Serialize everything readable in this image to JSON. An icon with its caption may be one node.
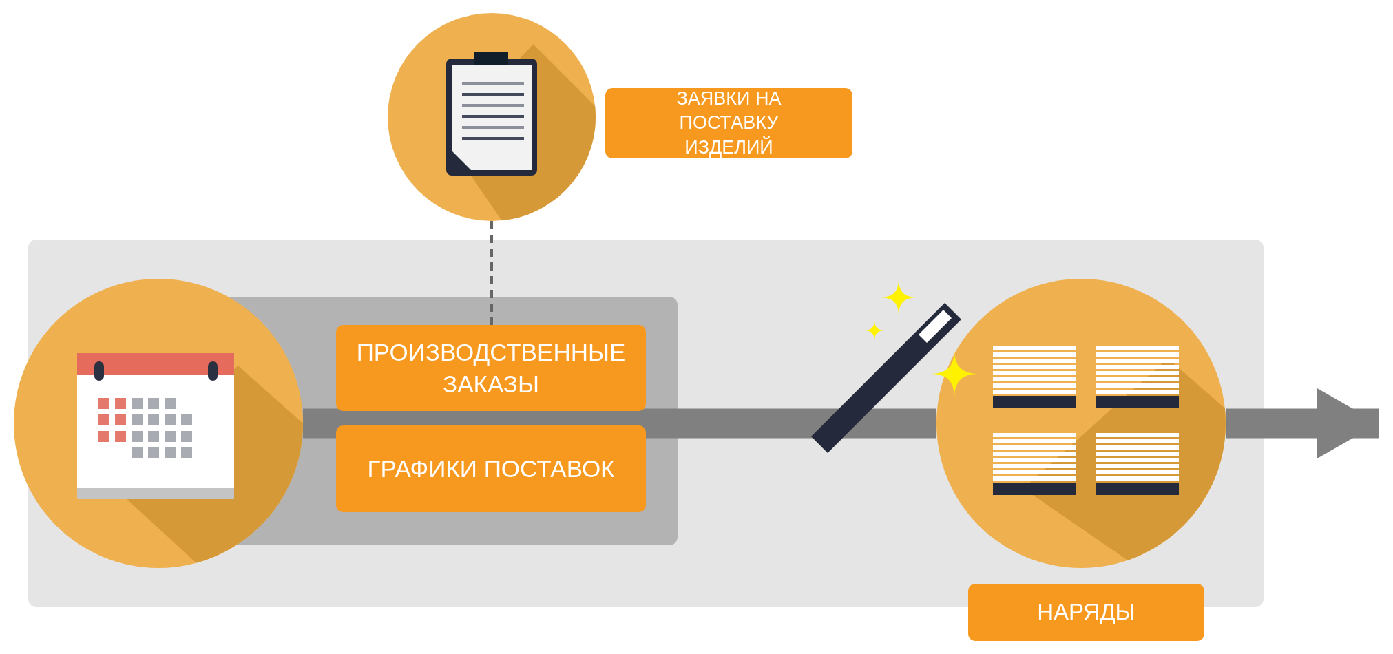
{
  "diagram": {
    "nodes": [
      {
        "text": [
          "ЗАЯВКИ НА ПОСТАВКУ ИЗДЕЛИЙ"
        ]
      },
      {
        "text": [],
        "shape": "circle"
      },
      {
        "text": [],
        "shape": "circle"
      },
      {
        "text": [
          "ПРОИЗВОДСТВЕННЫЕ ЗАКАЗЫ"
        ]
      },
      {
        "text": [
          "ГРАФИКИ ПОСТАВОК"
        ]
      },
      {
        "text": [],
        "shape": "circle"
      },
      {
        "text": [
          "НАРЯДЫ"
        ]
      }
    ],
    "edges": [
      {
        "from": 2,
        "to": 5,
        "arrow": "none"
      },
      {
        "from": 5,
        "to": null,
        "arrow": "to"
      },
      {
        "from": 1,
        "to": 3,
        "arrow": "none",
        "style": "dashed"
      }
    ]
  }
}
